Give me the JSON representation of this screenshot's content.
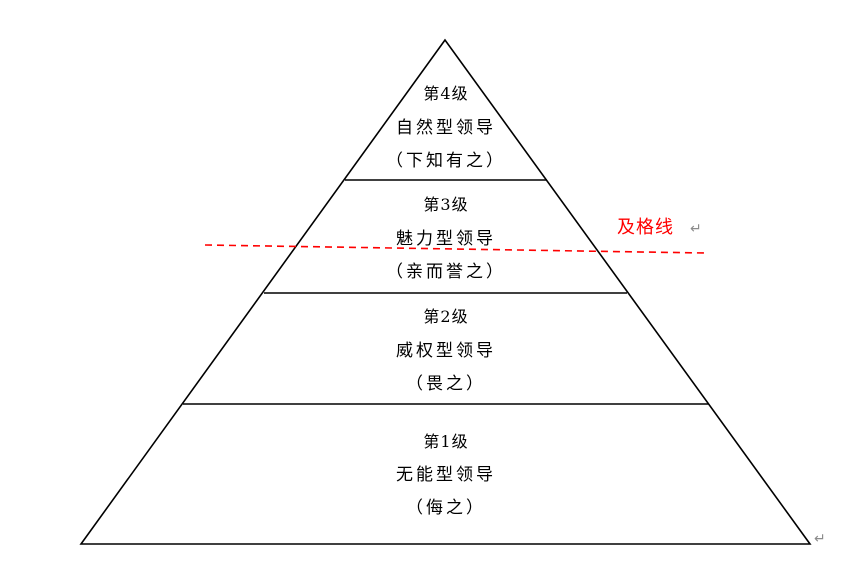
{
  "diagram": {
    "tiers": [
      {
        "level": "第4级",
        "name": "自然型领导",
        "note": "（下知有之）"
      },
      {
        "level": "第3级",
        "name": "魅力型领导",
        "note": "（亲而誉之）"
      },
      {
        "level": "第2级",
        "name": "威权型领导",
        "note": "（畏之）"
      },
      {
        "level": "第1级",
        "name": "无能型领导",
        "note": "（侮之）"
      }
    ],
    "pass_line": {
      "label": "及格线",
      "color": "#ff0000"
    },
    "paragraph_mark": "↵",
    "line_color": "#000000"
  }
}
